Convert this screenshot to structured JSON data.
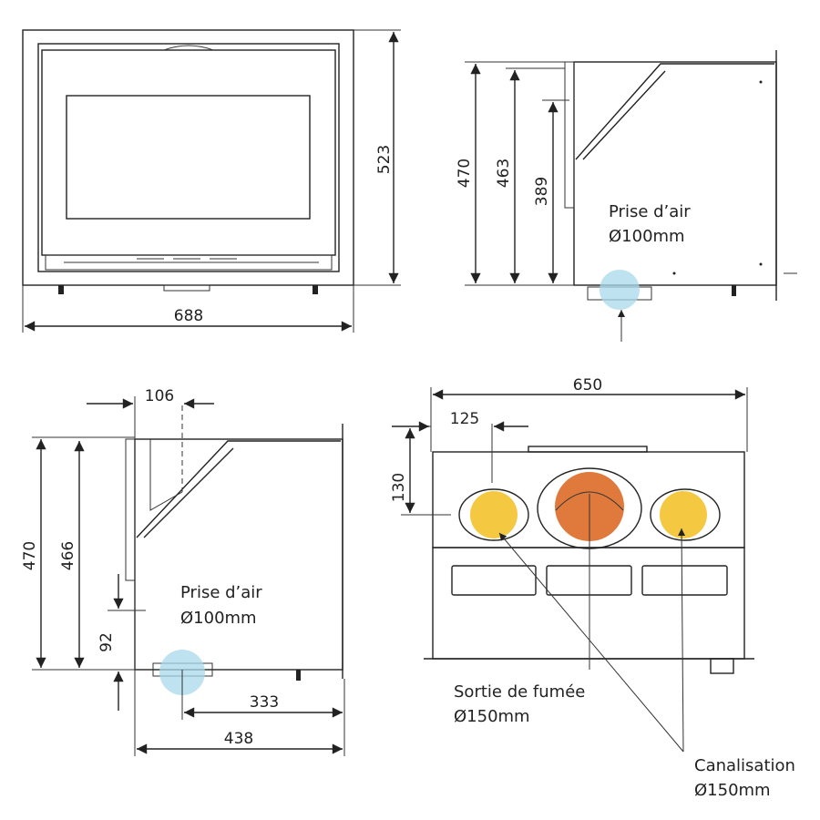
{
  "colors": {
    "canalisation": "#f5c842",
    "fumee": "#e07a3c",
    "air": "#a8d8ea"
  },
  "front_view": {
    "width": "688",
    "height": "523"
  },
  "side_view_top": {
    "h1": "470",
    "h2": "463",
    "h3": "389",
    "air_label": "Prise d’air",
    "air_diameter": "Ø100mm"
  },
  "side_view_bottom": {
    "h1": "470",
    "h2": "466",
    "offset_top": "106",
    "offset_bottom": "92",
    "depth1": "333",
    "depth2": "438",
    "air_label": "Prise d’air",
    "air_diameter": "Ø100mm"
  },
  "back_view": {
    "width": "650",
    "offset_x": "125",
    "offset_y": "130",
    "smoke_label": "Sortie de fumée",
    "smoke_diameter": "Ø150mm",
    "duct_label": "Canalisation",
    "duct_diameter": "Ø150mm"
  }
}
